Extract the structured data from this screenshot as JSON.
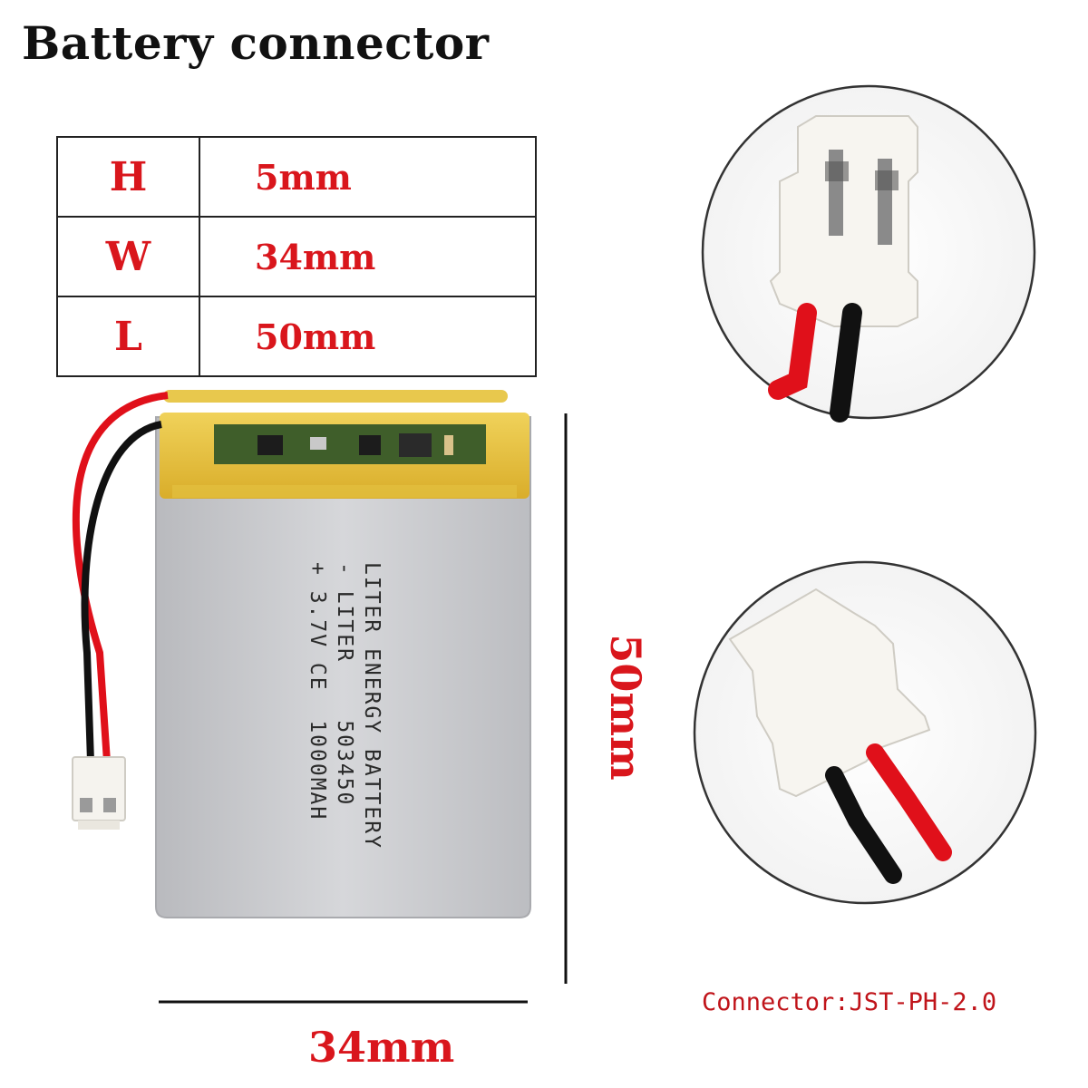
{
  "title": "Battery connector",
  "dimensions_table": [
    {
      "key": "H",
      "value": "5mm"
    },
    {
      "key": "W",
      "value": "34mm"
    },
    {
      "key": "L",
      "value": "50mm"
    }
  ],
  "battery": {
    "print_lines": [
      "LITER ENERGY BATTERY",
      "- LITER    503450",
      "+ 3.7V CE  1000MAH"
    ]
  },
  "width_label": "34mm",
  "height_label": "50mm",
  "connector_label": "Connector:JST-PH-2.0",
  "colors": {
    "accent_red": "#d9161c",
    "wire_red": "#e0101a",
    "wire_black": "#111111",
    "battery_silver": "#c8c9cd",
    "kapton_yellow": "#e6c23a"
  },
  "icons": [
    "battery-cell-image",
    "connector-closeup-top-image",
    "connector-closeup-side-image"
  ]
}
